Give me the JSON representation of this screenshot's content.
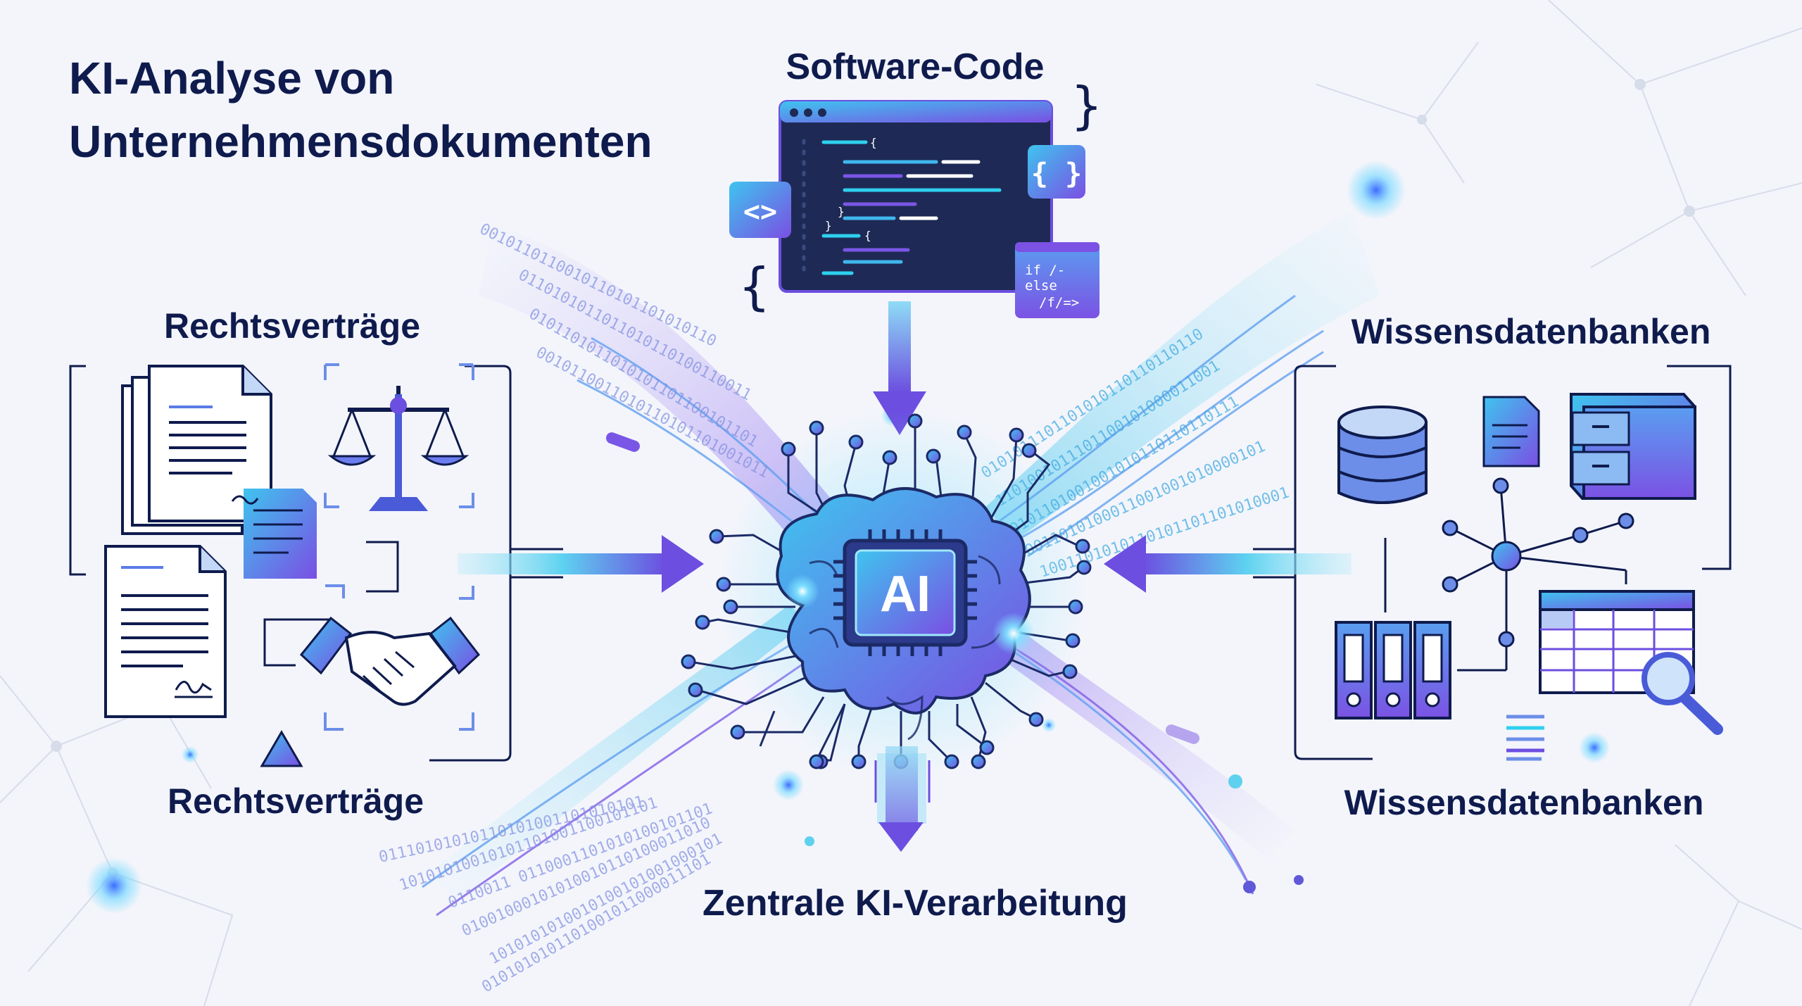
{
  "title": {
    "line1": "KI-Analyse von",
    "line2": "Unternehmensdokumenten"
  },
  "labels": {
    "top": "Software-Code",
    "left_top": "Rechtsverträge",
    "left_bottom": "Rechtsverträge",
    "right_top": "Wissensdatenbanken",
    "right_bottom": "Wissensdatenbanken",
    "center_bottom": "Zentrale KI-Verarbeitung"
  },
  "chip_text": "AI",
  "code_snippets": {
    "brace_open": "{",
    "brace_close": "}",
    "braces_button": "{ }",
    "angle_button": "<>",
    "if_line1": "if /-",
    "if_line2": "else",
    "if_line3": "/f/=>"
  },
  "binary": {
    "ul1": "0010110110010110101101010110",
    "ul2": "0110101011011010110100110011",
    "ul3": "0101101011010101101100101101",
    "ul4": "0010110011010110101101001011",
    "ur1": "0101011101101010110110110110",
    "ur2": "1101001011101100101000011001",
    "ur3": "0101101001001010110110110111",
    "ur4": "0011010100011001001010000101",
    "ur5": "1001101010110101101101010001",
    "ll1": "01110101010110101001101010101",
    "ll2": "10101010010101101001100101101",
    "ll3": "0110011 0110001101010100101101",
    "ll4": "01001000101010010110100011010",
    "ll5": "1010101010010100101001000101",
    "ll6": "0101010101101001011000011101"
  },
  "colors": {
    "navy": "#0f1b4d",
    "violet": "#6c4ee0",
    "cyan": "#2fd0ee",
    "blue": "#3f7ae6",
    "code_bg": "#1e2a55"
  },
  "icons": {
    "legal": [
      "document-stack-icon",
      "scales-of-justice-icon",
      "handshake-icon",
      "signed-document-icon",
      "triangle-icon"
    ],
    "code": [
      "code-window-icon",
      "angle-brackets-icon",
      "curly-braces-icon",
      "if-else-icon"
    ],
    "knowledge": [
      "database-icon",
      "file-cabinet-icon",
      "document-icon",
      "network-graph-icon",
      "binders-icon",
      "table-search-icon"
    ],
    "center": [
      "ai-brain-chip-icon"
    ]
  }
}
